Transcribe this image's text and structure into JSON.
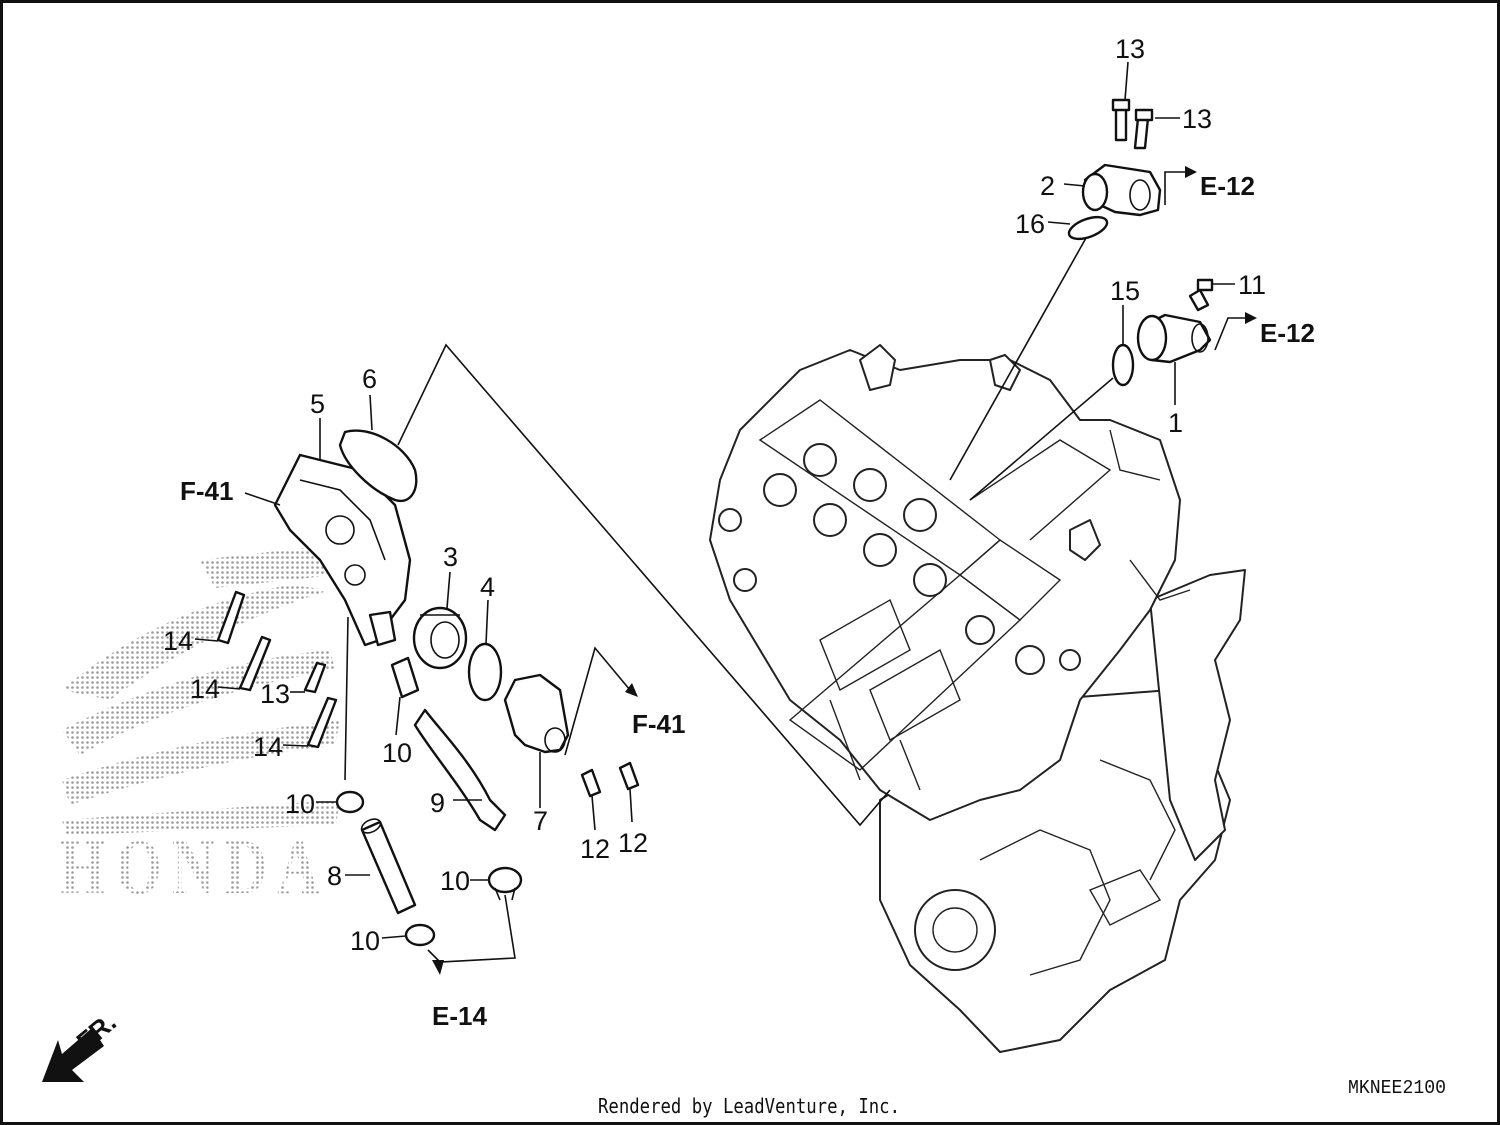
{
  "diagram": {
    "part_labels": [
      {
        "id": "13a",
        "text": "13"
      },
      {
        "id": "13b",
        "text": "13"
      },
      {
        "id": "2",
        "text": "2"
      },
      {
        "id": "16",
        "text": "16"
      },
      {
        "id": "15",
        "text": "15"
      },
      {
        "id": "11",
        "text": "11"
      },
      {
        "id": "1",
        "text": "1"
      },
      {
        "id": "6",
        "text": "6"
      },
      {
        "id": "5",
        "text": "5"
      },
      {
        "id": "3",
        "text": "3"
      },
      {
        "id": "4",
        "text": "4"
      },
      {
        "id": "14a",
        "text": "14"
      },
      {
        "id": "14b",
        "text": "14"
      },
      {
        "id": "13c",
        "text": "13"
      },
      {
        "id": "14c",
        "text": "14"
      },
      {
        "id": "10a",
        "text": "10"
      },
      {
        "id": "10b",
        "text": "10"
      },
      {
        "id": "9",
        "text": "9"
      },
      {
        "id": "7",
        "text": "7"
      },
      {
        "id": "12a",
        "text": "12"
      },
      {
        "id": "12b",
        "text": "12"
      },
      {
        "id": "8",
        "text": "8"
      },
      {
        "id": "10c",
        "text": "10"
      },
      {
        "id": "10d",
        "text": "10"
      }
    ],
    "section_refs": [
      {
        "id": "e12-top",
        "text": "E-12"
      },
      {
        "id": "e12-mid",
        "text": "E-12"
      },
      {
        "id": "f41-left",
        "text": "F-41"
      },
      {
        "id": "f41-right",
        "text": "F-41"
      },
      {
        "id": "e14",
        "text": "E-14"
      }
    ],
    "direction_label": "FR.",
    "watermark_text": "HONDA",
    "diagram_code": "MKNEE2100",
    "credit": "Rendered by LeadVenture, Inc."
  },
  "colors": {
    "line": "#111111",
    "background": "#ffffff",
    "watermark": "#9a9a9a"
  }
}
